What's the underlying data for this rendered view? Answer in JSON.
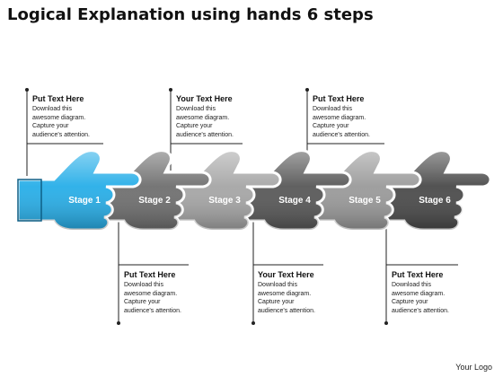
{
  "title": "Logical Explanation using hands 6 steps",
  "stages": [
    {
      "label": "Stage 1",
      "color": "#27aee8"
    },
    {
      "label": "Stage 2",
      "color": "#6f6f6f"
    },
    {
      "label": "Stage 3",
      "color": "#a6a6a6"
    },
    {
      "label": "Stage 4",
      "color": "#585858"
    },
    {
      "label": "Stage 5",
      "color": "#9a9a9a"
    },
    {
      "label": "Stage 6",
      "color": "#4a4a4a"
    }
  ],
  "annotations": [
    {
      "heading": "Put Text Here",
      "body": "Download this\nawesome diagram.\nCapture your\naudience's attention."
    },
    {
      "heading": "Your Text Here",
      "body": "Download this\nawesome diagram.\nCapture your\naudience's attention."
    },
    {
      "heading": "Put Text Here",
      "body": "Download this\nawesome diagram.\nCapture your\naudience's attention."
    },
    {
      "heading": "Put Text Here",
      "body": "Download this\nawesome diagram.\nCapture your\naudience's attention."
    },
    {
      "heading": "Your Text Here",
      "body": "Download this\nawesome diagram.\nCapture your\naudience's attention."
    },
    {
      "heading": "Put Text Here",
      "body": "Download this\nawesome diagram.\nCapture your\naudience's attention."
    }
  ],
  "logo_text": "Your Logo"
}
